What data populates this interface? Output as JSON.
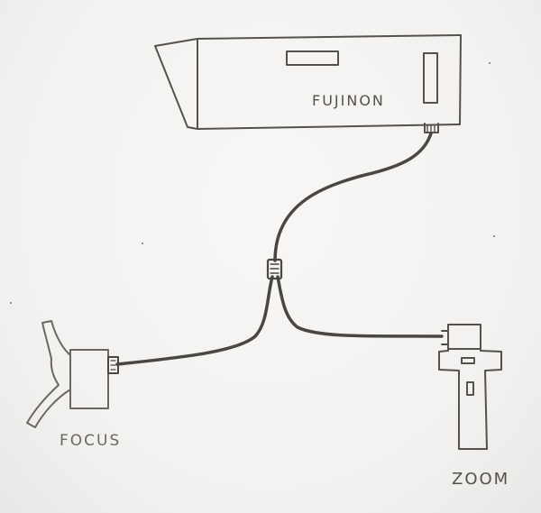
{
  "diagram": {
    "lens_label": "FUJINON",
    "focus_label": "FOCUS",
    "zoom_label": "ZOOM"
  },
  "colors": {
    "ink": "#55524d",
    "cable": "#4a4741",
    "paper": "#f4f3f1"
  }
}
